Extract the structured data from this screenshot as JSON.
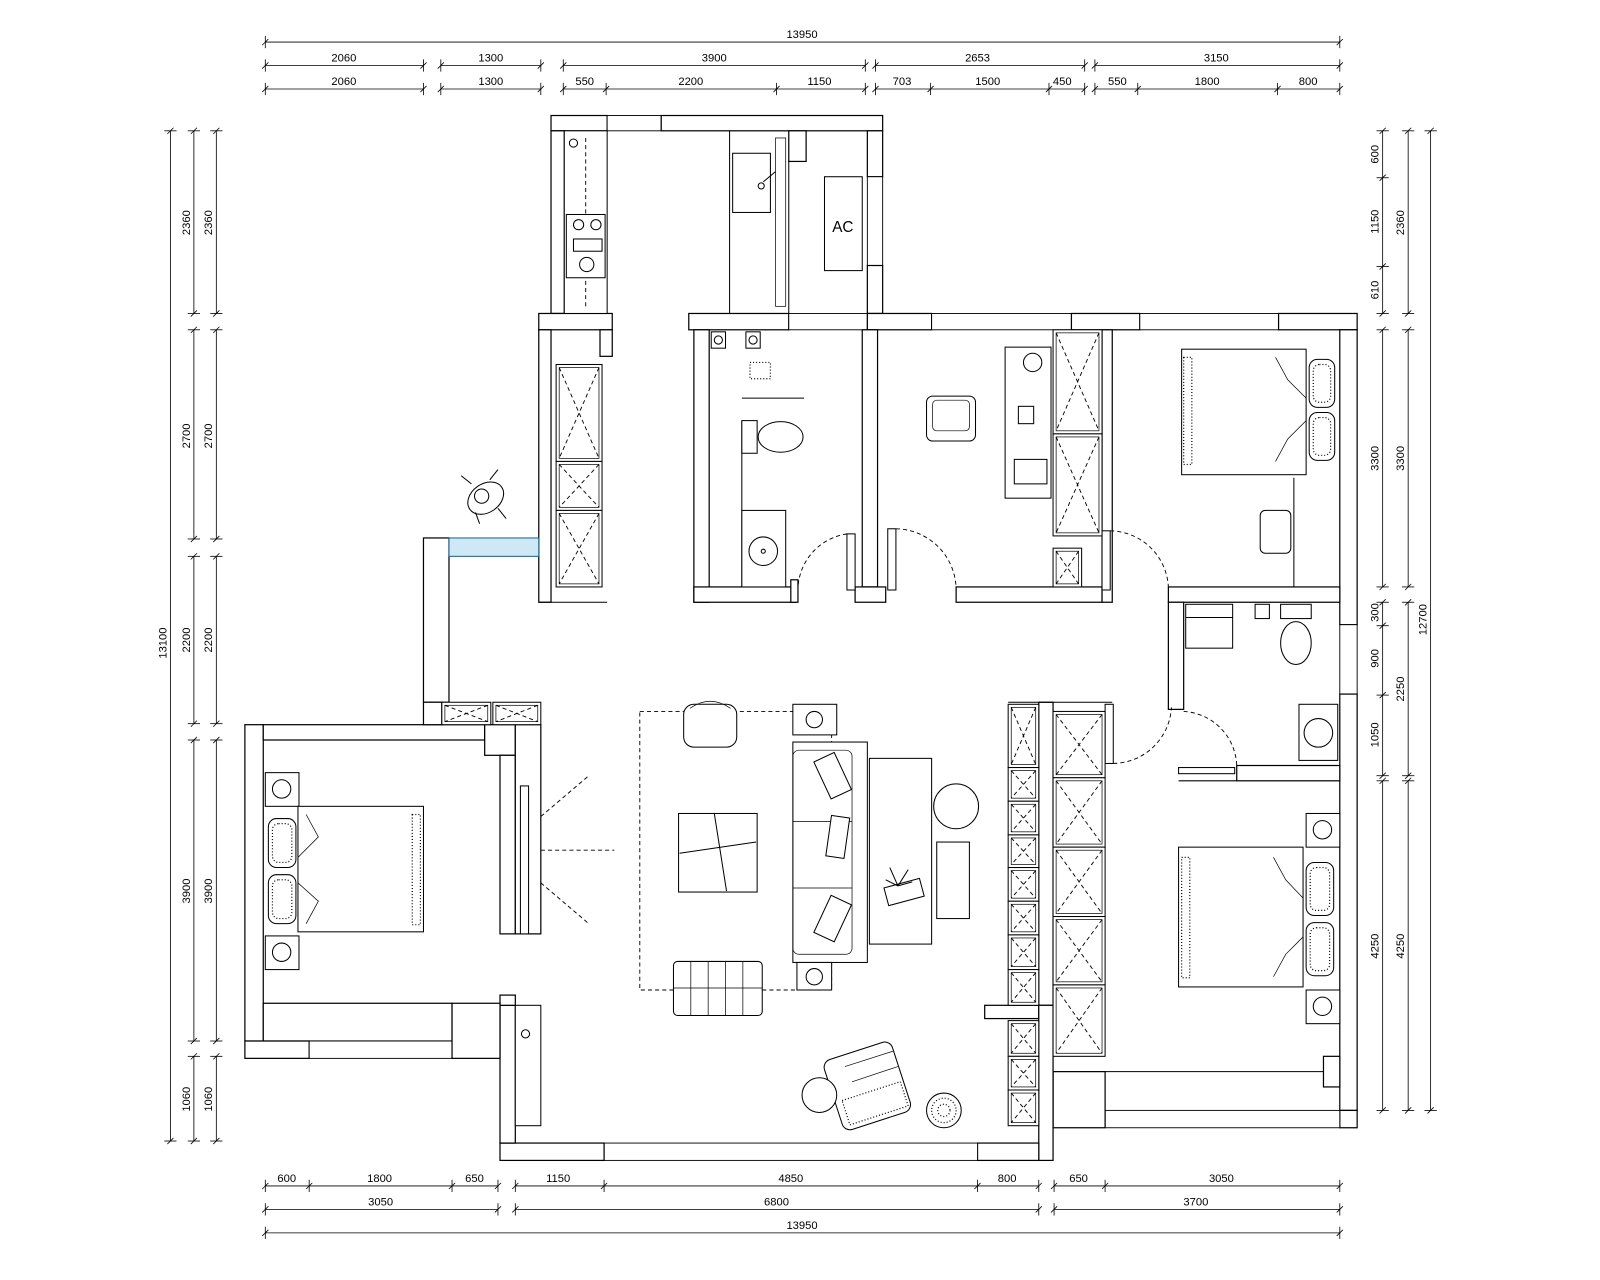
{
  "dimensions": {
    "top_overall": "13950",
    "top_row2": [
      "2060",
      "1300",
      "3900",
      "2653",
      "3150"
    ],
    "top_row3": [
      "2060",
      "1300",
      "550",
      "2200",
      "1150",
      "703",
      "1500",
      "450",
      "550",
      "1800",
      "800"
    ],
    "left_overall": "13100",
    "left_col1": [
      "2360",
      "2700",
      "2200",
      "3900",
      "1060"
    ],
    "left_col2": [
      "2360",
      "2700",
      "2200",
      "3900",
      "1060"
    ],
    "right_inner": [
      "600",
      "1150",
      "610",
      "3300",
      "300",
      "900",
      "1050",
      "4250"
    ],
    "right_mid": [
      "2360",
      "3300",
      "2250",
      "4250"
    ],
    "right_overall": "12700",
    "bottom_row1": [
      "600",
      "1800",
      "650",
      "1150",
      "4850",
      "800",
      "650",
      "3050"
    ],
    "bottom_row2": [
      "3050",
      "6800",
      "3700"
    ],
    "bottom_overall": "13950"
  },
  "labels": {
    "ac_unit": "AC"
  },
  "colors": {
    "line": "#000000",
    "background": "#ffffff",
    "window_glass": "#cfe8f6"
  }
}
